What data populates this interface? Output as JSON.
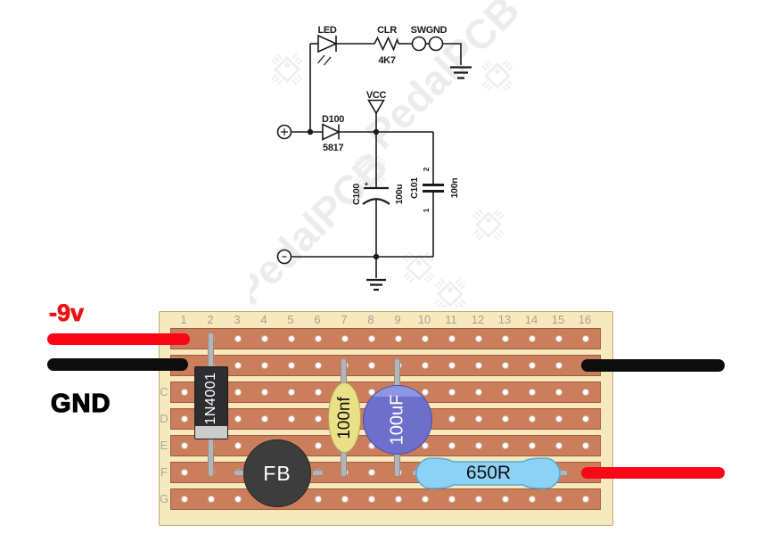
{
  "schematic": {
    "led_label": "LED",
    "resistor_label": "CLR",
    "resistor_value": "4K7",
    "switch_ground_label": "SWGND",
    "vcc_label": "VCC",
    "diode_label": "D100",
    "diode_value": "5817",
    "cap1_label": "C100",
    "cap1_value": "100u",
    "cap1_polarity": "+",
    "cap2_label": "C101",
    "cap2_value": "100n",
    "cap2_pin_top": "2",
    "cap2_pin_bottom": "1",
    "watermark_text": "PedalPCB"
  },
  "board": {
    "columns": [
      "1",
      "2",
      "3",
      "4",
      "5",
      "6",
      "7",
      "8",
      "9",
      "10",
      "11",
      "12",
      "13",
      "14",
      "15",
      "16"
    ],
    "visible_row_letters": [
      "C",
      "D",
      "E",
      "F",
      "G"
    ],
    "strip_count": 7,
    "supply_label": "-9v",
    "ground_label": "GND",
    "components": {
      "diode": "1N4001",
      "ferrite_bead": "FB",
      "film_capacitor": "100nf",
      "electrolytic_capacitor": "100uF",
      "resistor": "650R"
    },
    "colors": {
      "board": "#f5e9bd",
      "strip": "#cb7e5b",
      "strip_border": "#a2593a",
      "wire_red": "#fb0517",
      "wire_black": "#0d0d0d",
      "label_red": "#ee1111",
      "diode_body": "#2e2e30",
      "diode_band": "#cccccc",
      "lead": "#b5b5b5",
      "ferrite": "#3d3d3d",
      "film_cap": "#eae187",
      "film_cap_border": "#b0a65a",
      "electro_cap": "#6e6fcb",
      "electro_cap_band": "#8d96e0",
      "electro_cap_border": "#4c4ca8",
      "resistor_body": "#8dd2f5",
      "resistor_border": "#57a8d4"
    }
  }
}
